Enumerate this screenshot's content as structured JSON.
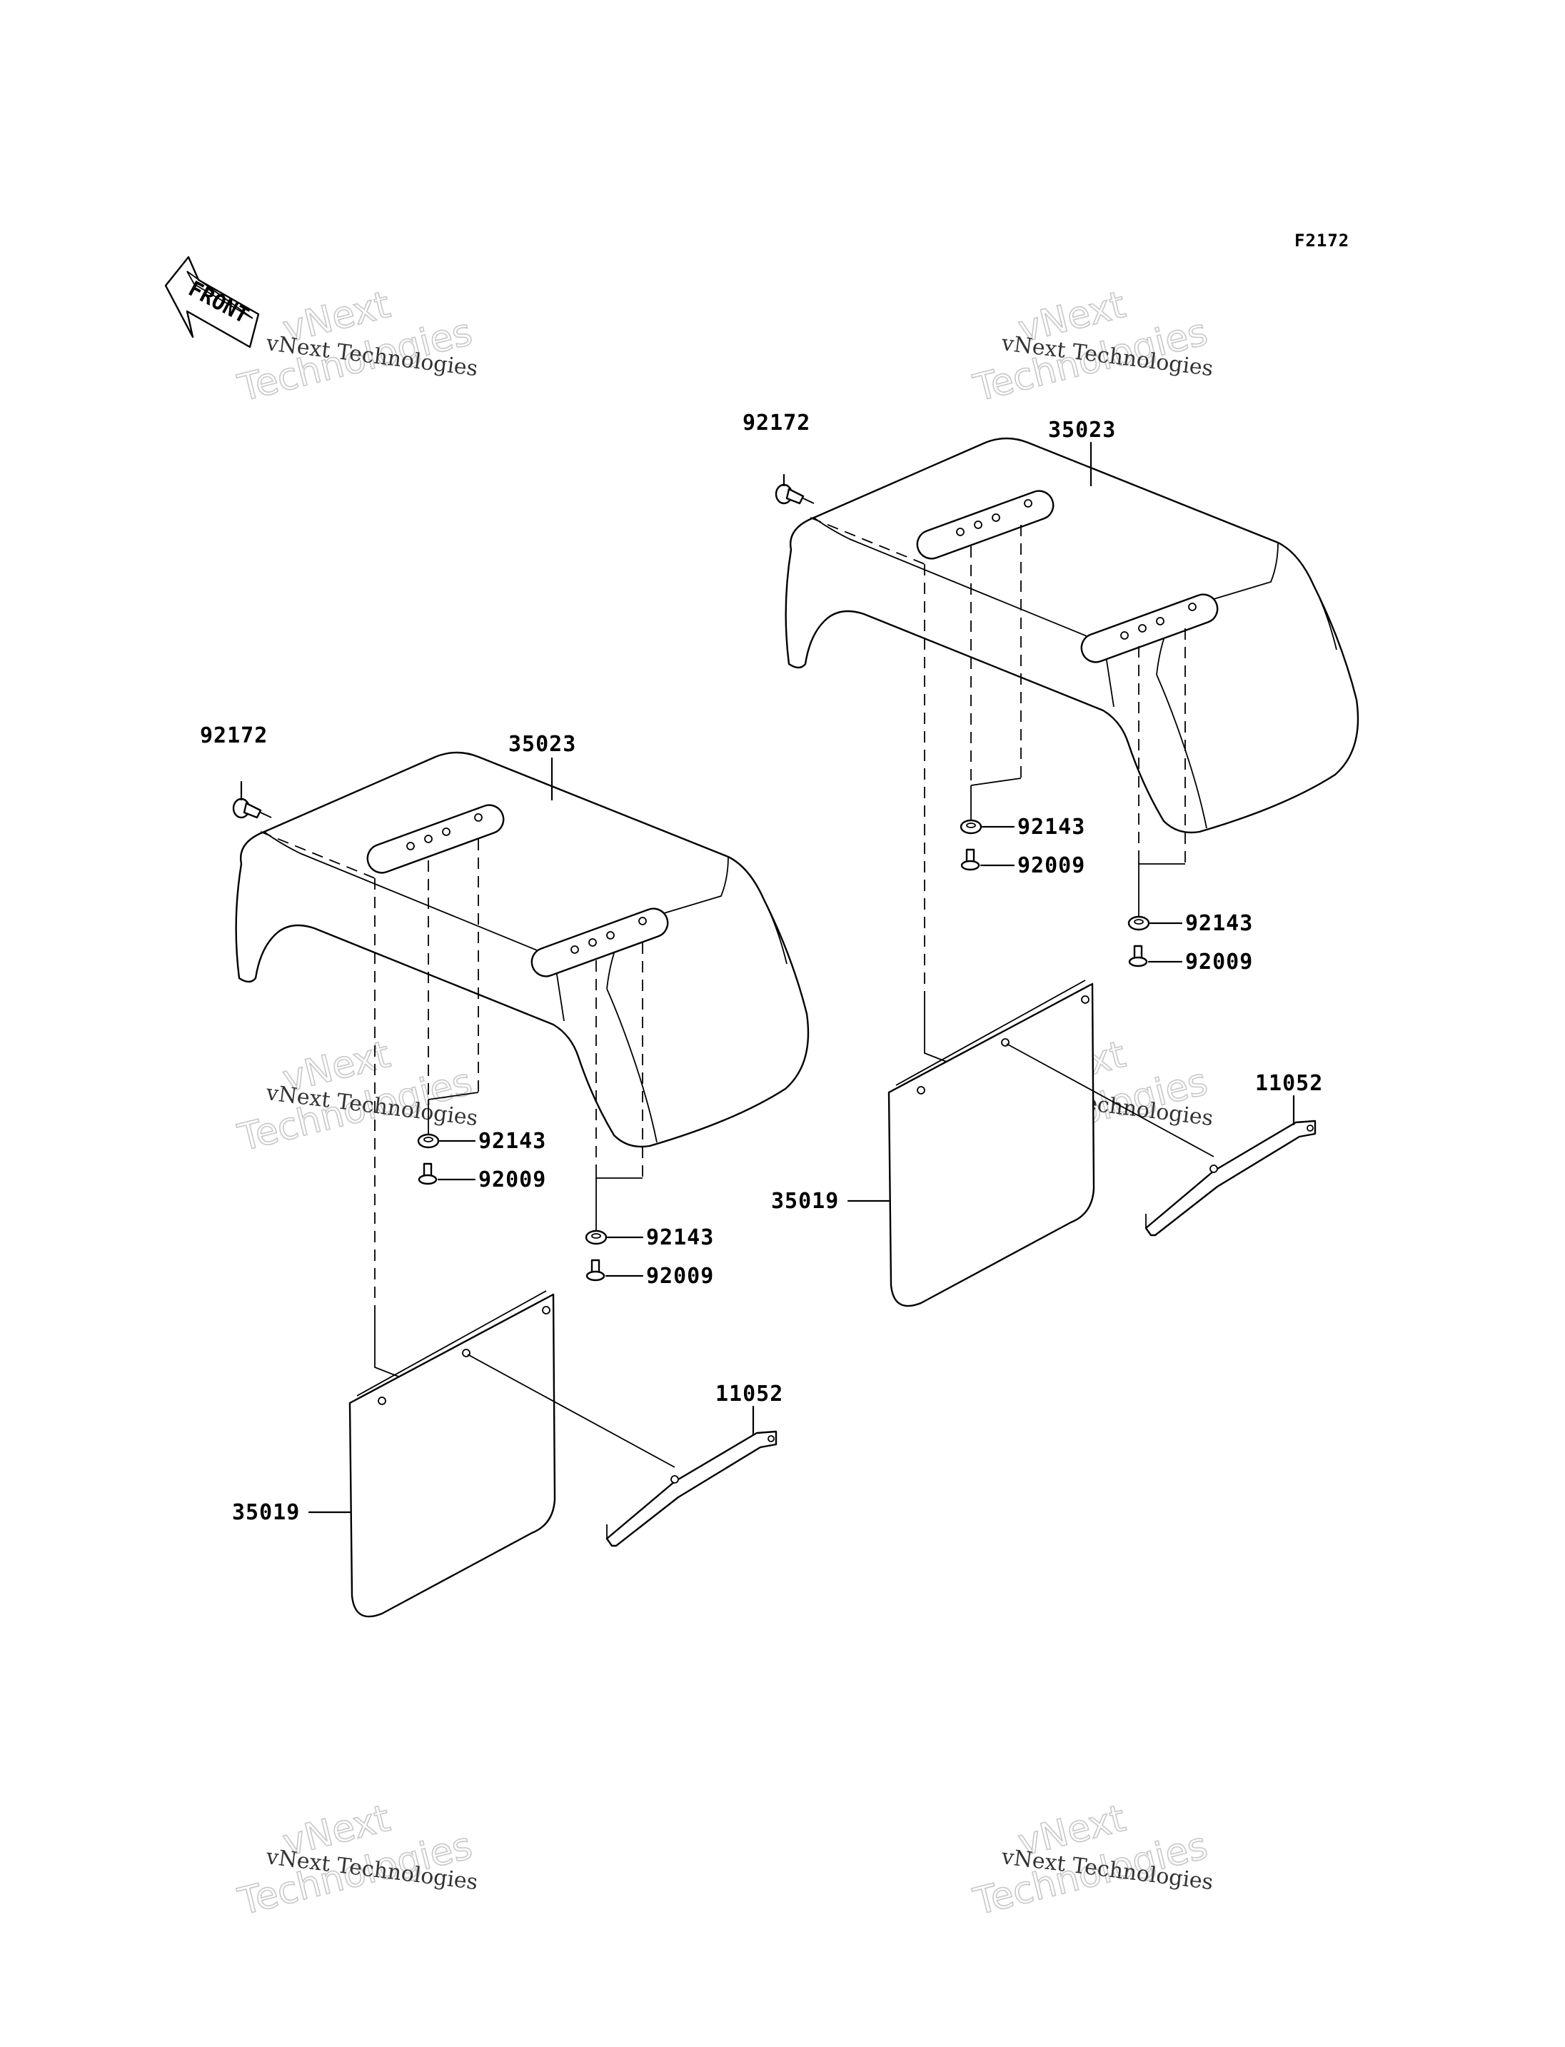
{
  "figure_id": "F2172",
  "front_label": "FRONT",
  "watermark": {
    "line1": "vNext",
    "line2": "vNext Technologies",
    "line3": "Technologies"
  },
  "callouts_right": {
    "bolt_top": "92172",
    "fender": "35023",
    "nut_a": "92143",
    "screw_a": "92009",
    "nut_b": "92143",
    "screw_b": "92009",
    "bracket": "11052",
    "mudflap": "35019"
  },
  "callouts_left": {
    "bolt_top": "92172",
    "fender": "35023",
    "nut_a": "92143",
    "screw_a": "92009",
    "nut_b": "92143",
    "screw_b": "92009",
    "bracket": "11052",
    "mudflap": "35019"
  }
}
